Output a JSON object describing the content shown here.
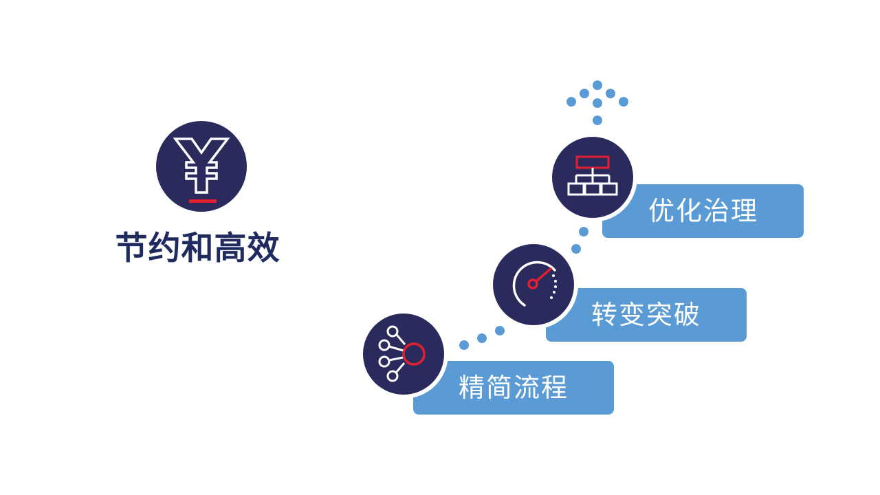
{
  "title": "节约和高效",
  "steps": [
    {
      "label": "精简流程",
      "icon": "network-nodes-icon"
    },
    {
      "label": "转变突破",
      "icon": "speedometer-icon"
    },
    {
      "label": "优化治理",
      "icon": "org-chart-icon"
    }
  ],
  "icons": {
    "title_icon": "yen-icon"
  },
  "colors": {
    "navy": "#2b2a5c",
    "title": "#1f2a5e",
    "box_blue": "#5b9bd5",
    "dot_blue": "#5b9bd5",
    "accent_red": "#e02030"
  }
}
